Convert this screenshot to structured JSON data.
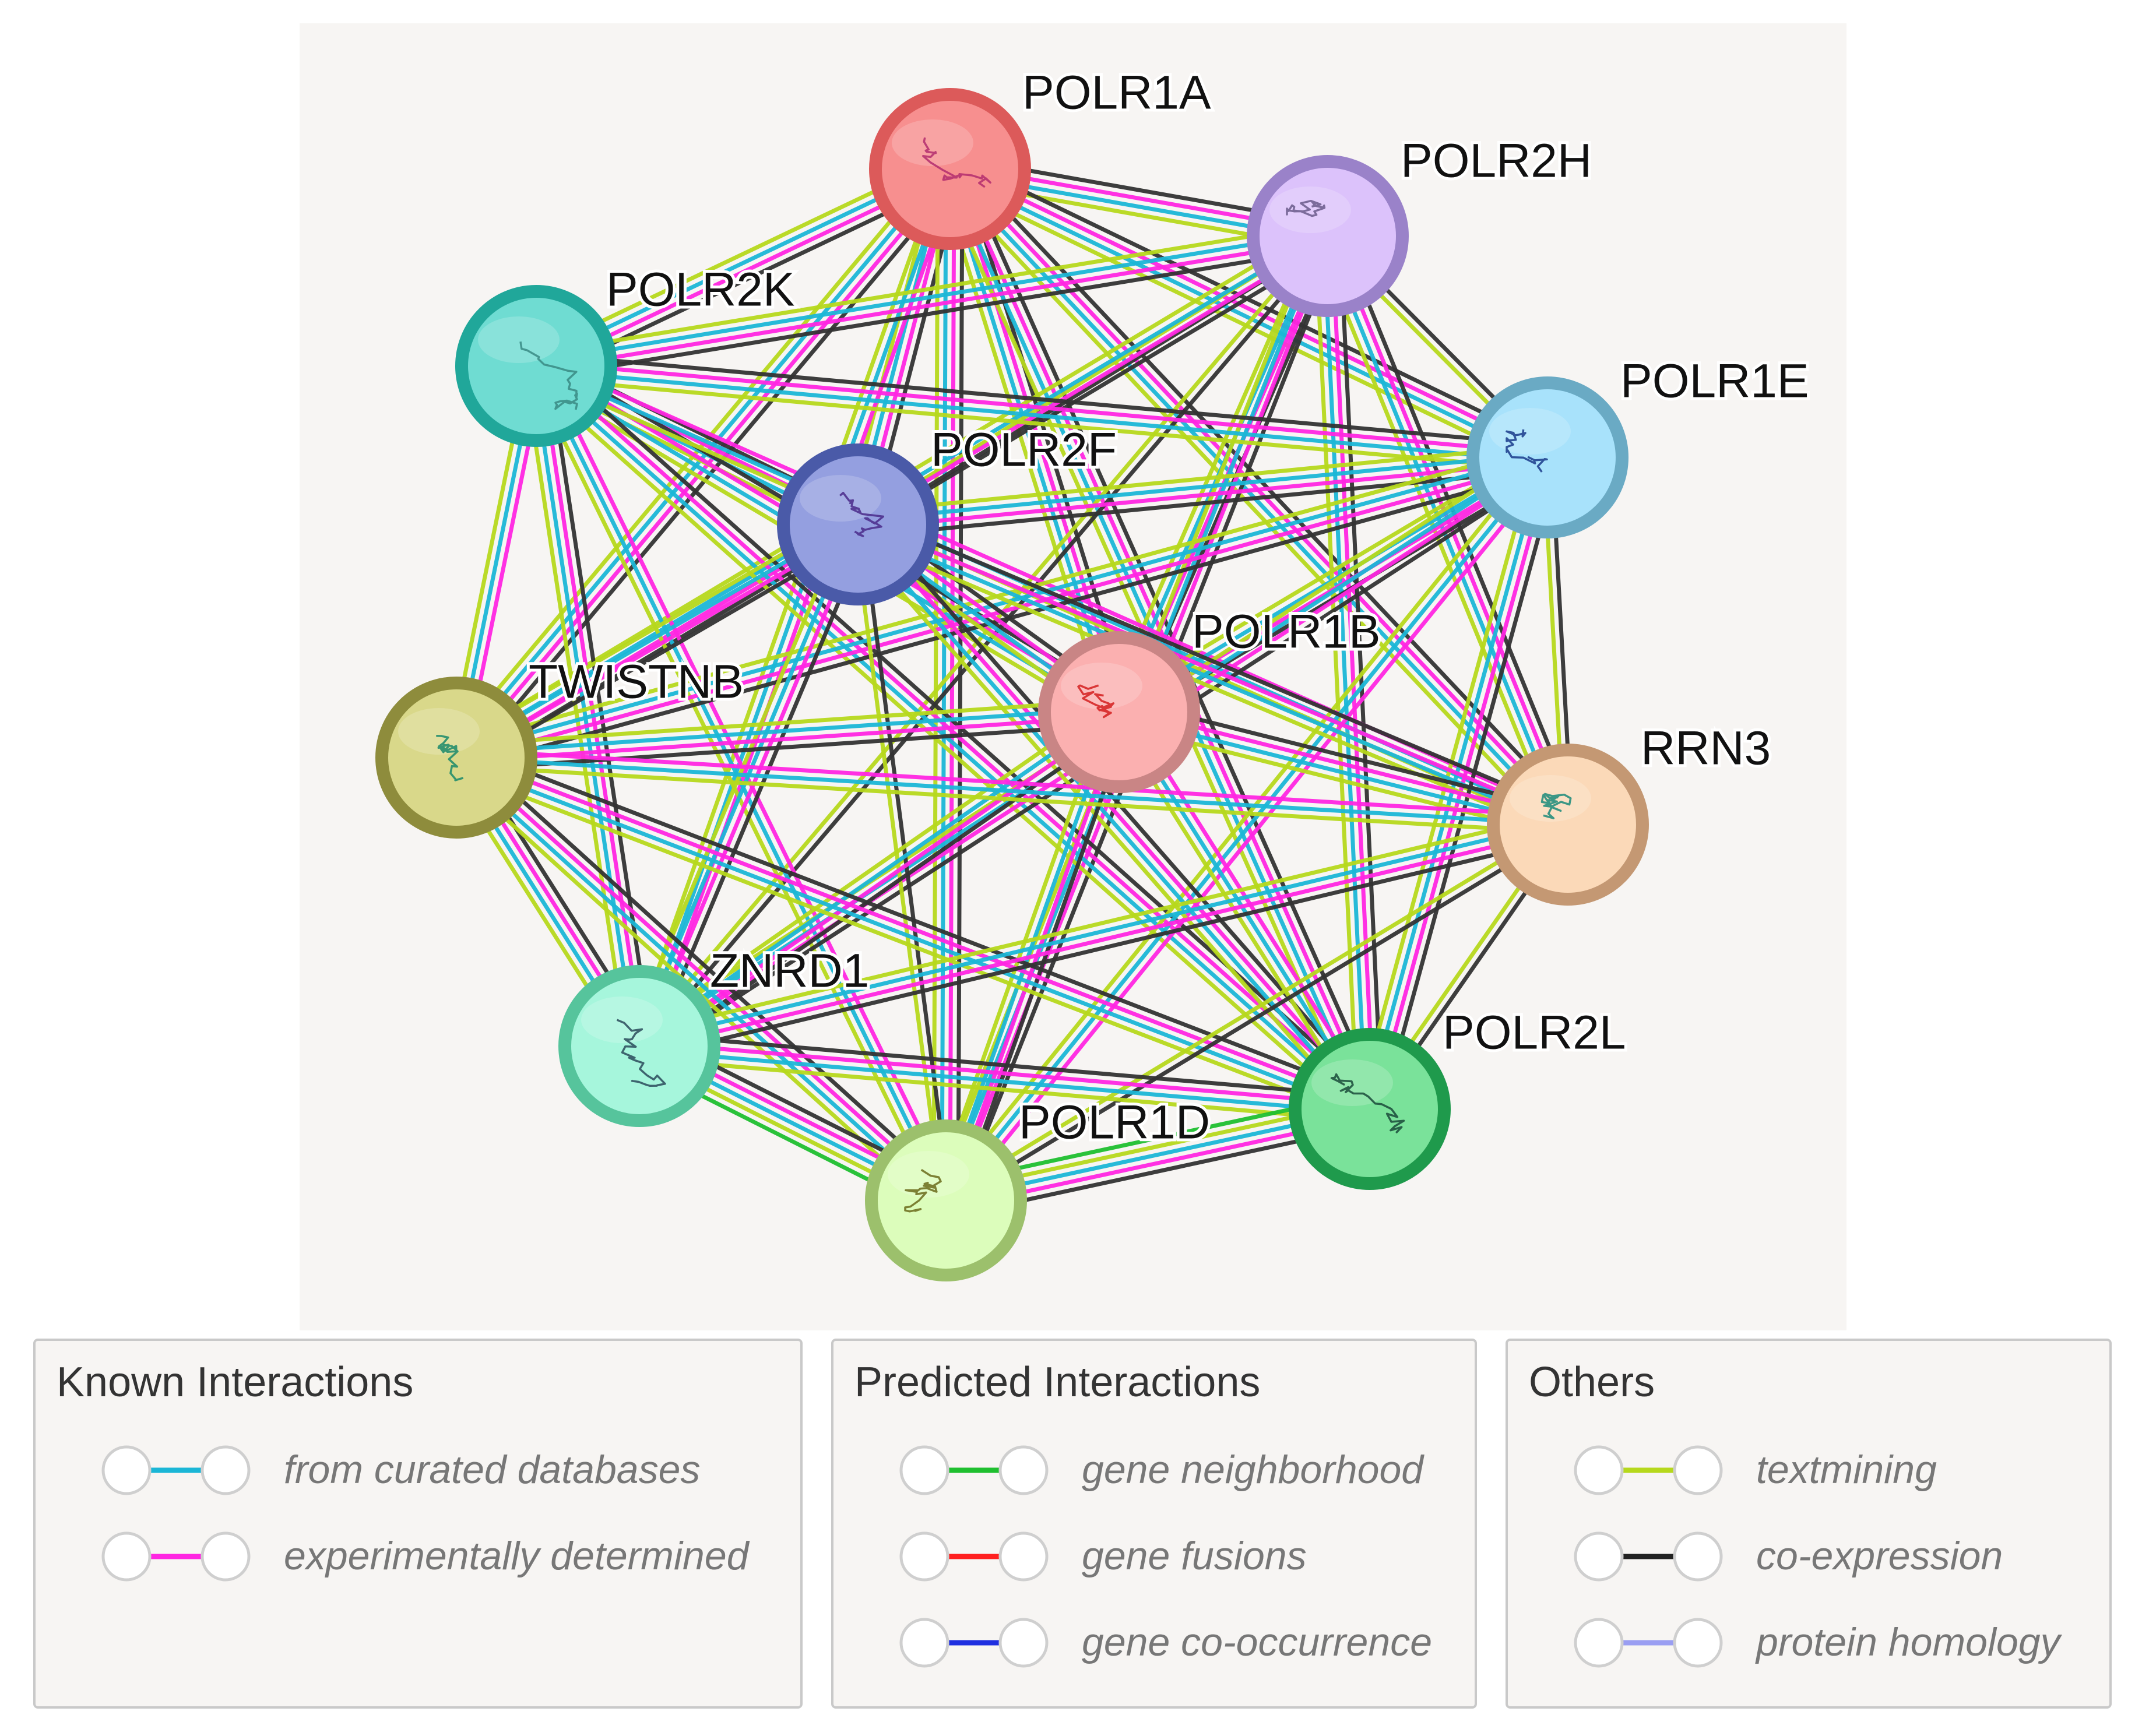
{
  "network": {
    "background_color": "#f7f5f3",
    "nodes": [
      {
        "id": "POLR1A",
        "label": "POLR1A",
        "fill": "#f78f8f",
        "stroke": "#dc5a5a",
        "glyph": "#b32d6e"
      },
      {
        "id": "POLR2H",
        "label": "POLR2H",
        "fill": "#dcc2fb",
        "stroke": "#9a82c9",
        "glyph": "#6a5a8a"
      },
      {
        "id": "POLR2K",
        "label": "POLR2K",
        "fill": "#6fdcd2",
        "stroke": "#20a79a",
        "glyph": "#3a8a84"
      },
      {
        "id": "POLR1E",
        "label": "POLR1E",
        "fill": "#a8e2fb",
        "stroke": "#6aaac4",
        "glyph": "#1a3a8a"
      },
      {
        "id": "POLR2F",
        "label": "POLR2F",
        "fill": "#949fe0",
        "stroke": "#4a5aa8",
        "glyph": "#4a2a8a"
      },
      {
        "id": "POLR1B",
        "label": "POLR1B",
        "fill": "#fbb0b0",
        "stroke": "#c98585",
        "glyph": "#d41e1e"
      },
      {
        "id": "TWISTNB",
        "label": "TWISTNB",
        "fill": "#d9d88a",
        "stroke": "#8e8c3c",
        "glyph": "#1a8a6a"
      },
      {
        "id": "RRN3",
        "label": "RRN3",
        "fill": "#fbd9b8",
        "stroke": "#c49873",
        "glyph": "#1a8a7a"
      },
      {
        "id": "ZNRD1",
        "label": "ZNRD1",
        "fill": "#a6f6dc",
        "stroke": "#56c49c",
        "glyph": "#2a4a5a"
      },
      {
        "id": "POLR2L",
        "label": "POLR2L",
        "fill": "#7ae29a",
        "stroke": "#1f9a4c",
        "glyph": "#1a4a3a"
      },
      {
        "id": "POLR1D",
        "label": "POLR1D",
        "fill": "#dcfdbb",
        "stroke": "#9cc06c",
        "glyph": "#6a6a1a"
      }
    ],
    "edge_colors": {
      "curated": "#1bb6d6",
      "experimental": "#ff26e2",
      "textmining": "#b6d81c",
      "coexpression": "#333333",
      "neighborhood": "#1fbf2f"
    }
  },
  "legend": {
    "known": {
      "title": "Known Interactions",
      "items": [
        {
          "label": "from curated databases",
          "color": "#1bb6d6"
        },
        {
          "label": "experimentally determined",
          "color": "#ff26e2"
        }
      ]
    },
    "predicted": {
      "title": "Predicted Interactions",
      "items": [
        {
          "label": "gene neighborhood",
          "color": "#1fbf2f"
        },
        {
          "label": "gene fusions",
          "color": "#ff1f1f"
        },
        {
          "label": "gene co-occurrence",
          "color": "#1f2fe0"
        }
      ]
    },
    "others": {
      "title": "Others",
      "items": [
        {
          "label": "textmining",
          "color": "#b6d81c"
        },
        {
          "label": "co-expression",
          "color": "#222222"
        },
        {
          "label": "protein homology",
          "color": "#9a9ef2"
        }
      ]
    }
  }
}
